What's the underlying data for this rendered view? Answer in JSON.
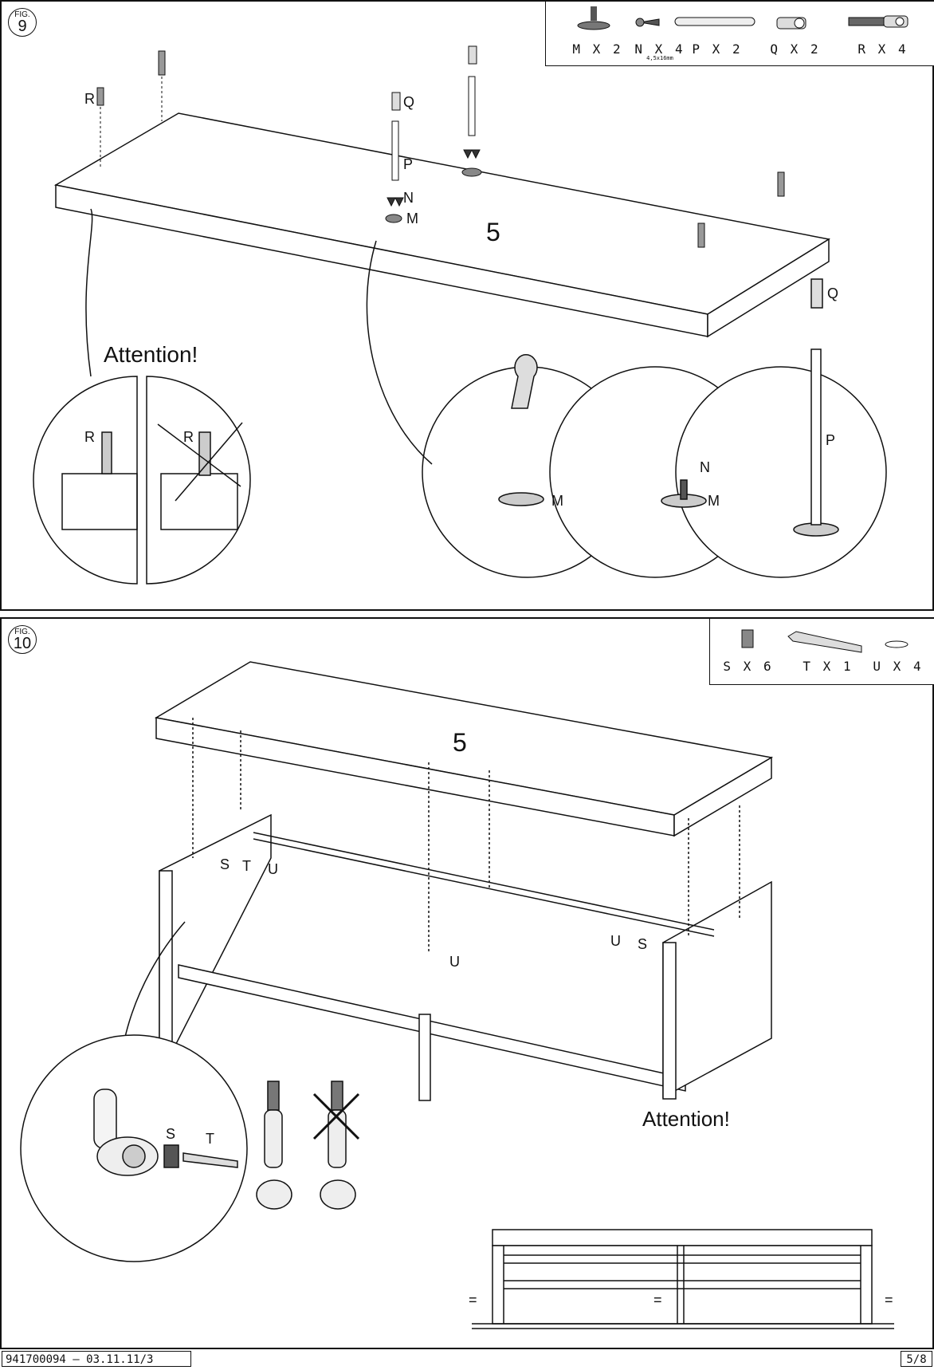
{
  "fig9": {
    "badge_label": "FIG.",
    "badge_number": "9",
    "parts": [
      {
        "label": "M X 2",
        "sub": ""
      },
      {
        "label": "N X 4",
        "sub": "4,5x16mm"
      },
      {
        "label": "P X 2",
        "sub": ""
      },
      {
        "label": "Q X 2",
        "sub": ""
      },
      {
        "label": "R X 4",
        "sub": ""
      }
    ],
    "panel_number": "5",
    "attention": "Attention!",
    "callouts": {
      "R": "R",
      "Q": "Q",
      "P": "P",
      "N": "N",
      "M": "M"
    }
  },
  "fig10": {
    "badge_label": "FIG.",
    "badge_number": "10",
    "parts": [
      {
        "label": "S X 6"
      },
      {
        "label": "T X 1"
      },
      {
        "label": "U X 4"
      }
    ],
    "panel_number": "5",
    "attention": "Attention!",
    "callouts": {
      "S": "S",
      "T": "T",
      "U": "U"
    },
    "equal_mark": "="
  },
  "footer": {
    "doc_code": "941700094  –  03.11.11/3",
    "page": "5/8"
  }
}
